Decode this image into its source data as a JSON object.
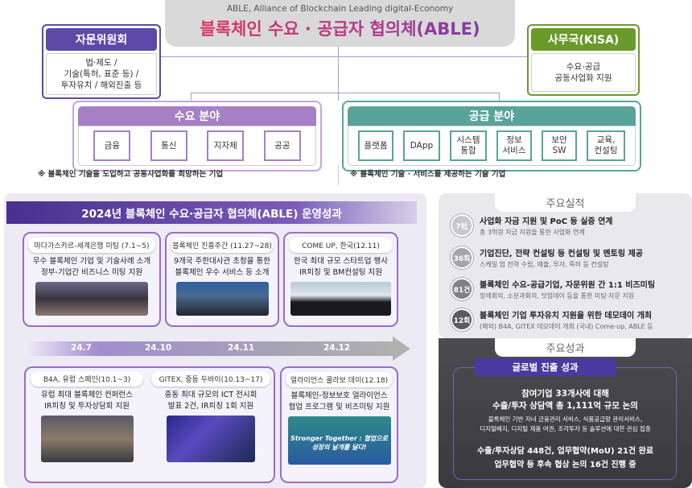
{
  "header": {
    "subtitle": "ABLE, Alliance of Blockchain Leading digital-Economy",
    "title": "블록체인 수요 · 공급자 협의체(ABLE)"
  },
  "advisory": {
    "title": "자문위원회",
    "lines": [
      "법·제도 /",
      "기술(특허, 표준 등) /",
      "투자유치 / 해외진출 등"
    ],
    "color": "#5b4aa8"
  },
  "secretariat": {
    "title": "사무국(KISA)",
    "lines": [
      "수요-공급",
      "공동사업화 지원"
    ],
    "color": "#6a9a2a"
  },
  "demand": {
    "title": "수요 분야",
    "items": [
      "금융",
      "통신",
      "지자체",
      "공공"
    ],
    "note": "※ 블록체인 기술을 도입하고 공동사업화를 희망하는 기업",
    "color": "#a67fc5"
  },
  "supply": {
    "title": "공급 분야",
    "items": [
      "플랫폼",
      "DApp",
      "시스템\n통합",
      "정보\n서비스",
      "보안\nSW",
      "교육,\n컨설팅"
    ],
    "note": "※ 블록체인 기술 · 서비스를 제공하는 기술 기업",
    "color": "#5aa39a"
  },
  "results": {
    "title": "2024년 블록체인 수요·공급자 협의체(ABLE) 운영성과",
    "events": [
      {
        "label": "마다가스카르-세계은행 미팅 (7.1~5)",
        "desc": "우수 블록체인 기업 및 기술사례 소개\n정부-기업간 비즈니스 미팅 지원"
      },
      {
        "label": "블록체인 진흥주간 (11.27~28)",
        "desc": "9개국 주한대사관 초청을 통한\n블록체인 우수 서비스 등 소개"
      },
      {
        "label": "COME UP, 한국(12.11)",
        "desc": "한국 최대 규모 스타트업 행사\nIR피칭 및 BM컨설팅 지원"
      },
      {
        "label": "B4A, 유럽 스페인(10.1~3)",
        "desc": "유럽 최대 블록체인 컨퍼런스\nIR피칭 및 투자상담회 지원"
      },
      {
        "label": "GITEX, 중동 두바이(10.13~17)",
        "desc": "중동 최대 규모의 ICT 전시회\n발표 2건, IR피칭 1회 지원"
      },
      {
        "label": "얼라이언스 콜라보 데이(12.18)",
        "desc": "블록체인-정보보호 얼라이언스\n협업 프로그램 및 비즈미팅 지원"
      }
    ],
    "timeline": [
      "24.7",
      "24.10",
      "24.11",
      "24.12"
    ],
    "photo_caption": "Stronger Together : 협업으로 성장의 날개를 달다!"
  },
  "achievements": {
    "title": "주요실적",
    "items": [
      {
        "badge": "7社",
        "title": "사업화 자금 지원 및 PoC 등 실증 연계",
        "sub": "총 3억원 자금 지원을 통한 사업화 연계",
        "color": "#c8c8cc"
      },
      {
        "badge": "36회",
        "title": "기업진단, 전략 컨설팅 등 컨설팅 및 멘토링  제공",
        "sub": "스케일 업 전략 수립, 매출, 투자, 특허 등 컨설팅",
        "color": "#a5a5aa"
      },
      {
        "badge": "81건",
        "title": "블록체인 수요-공급기업, 자문위원 간 1:1 비즈미팅",
        "sub": "정례회의, 소분과회의, 밋업데이  등을 통한 미팅·자문 지원",
        "color": "#808085"
      },
      {
        "badge": "12회",
        "title": "블록체인 기업 투자유치 지원을 위한 데모데이 개최",
        "sub": "(해외) B4A, GITEX 데모데이 개최 (국내) Come-up, ABLE 등",
        "color": "#5a5a5f"
      }
    ]
  },
  "outcomes": {
    "title": "주요성과",
    "heading": "글로벌 진출 성과",
    "line1": "참여기업 33개사에 대해",
    "line2": "수출/투자 상담액 총 1,111억 규모 논의",
    "line3": "블록체인 기반 자녀 금융관리 서비스, 식품공급망 관리서비스,",
    "line4": "디지털배지, 디지털 제품 여권, 조각투자 등 솔루션에 대한 관심 집중",
    "line5": "수출/투자상담 448건, 업무협약(MoU) 21건 완료",
    "line6": "업무협약 등 후속 협상 논의 16건 진행 중"
  }
}
